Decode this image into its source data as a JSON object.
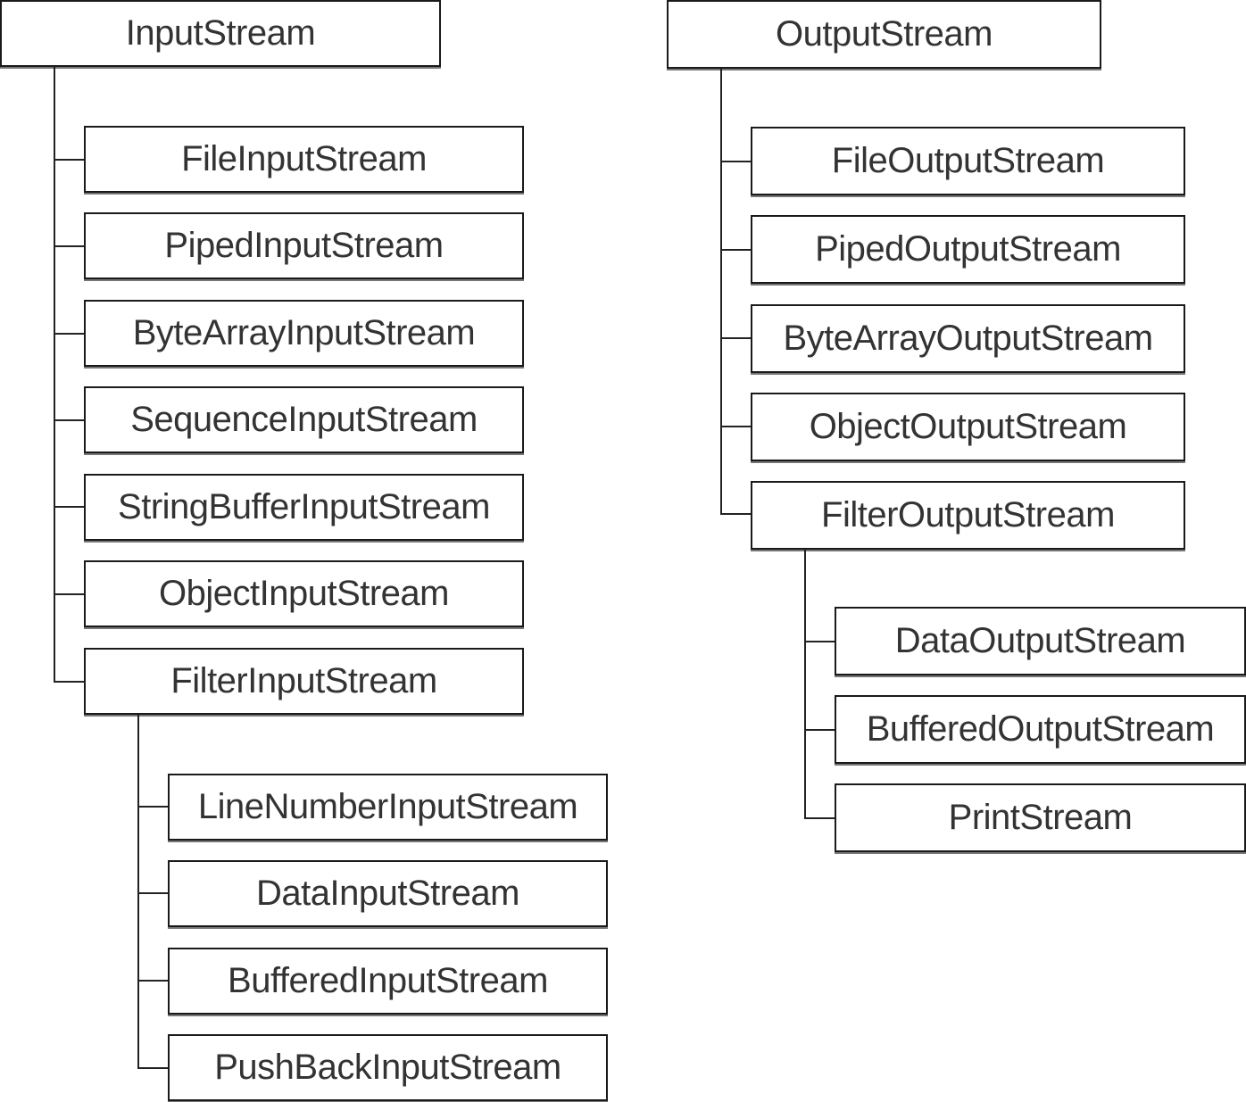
{
  "input_tree": {
    "root": "InputStream",
    "children": [
      "FileInputStream",
      "PipedInputStream",
      "ByteArrayInputStream",
      "SequenceInputStream",
      "StringBufferInputStream",
      "ObjectInputStream",
      "FilterInputStream"
    ],
    "filter_children": [
      "LineNumberInputStream",
      "DataInputStream",
      "BufferedInputStream",
      "PushBackInputStream"
    ]
  },
  "output_tree": {
    "root": "OutputStream",
    "children": [
      "FileOutputStream",
      "PipedOutputStream",
      "ByteArrayOutputStream",
      "ObjectOutputStream",
      "FilterOutputStream"
    ],
    "filter_children": [
      "DataOutputStream",
      "BufferedOutputStream",
      "PrintStream"
    ]
  }
}
